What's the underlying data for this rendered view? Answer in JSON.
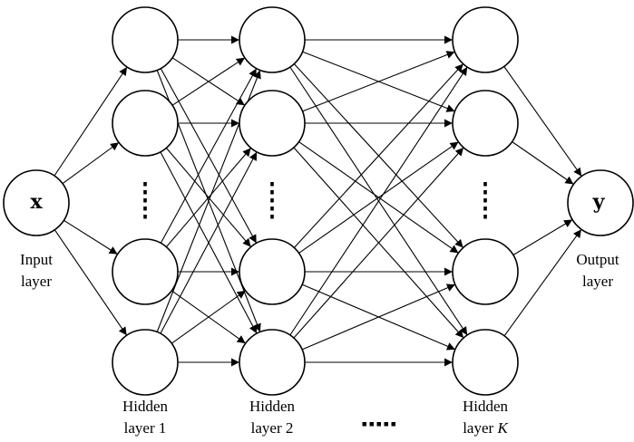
{
  "input_node": {
    "symbol": "x"
  },
  "output_node": {
    "symbol": "y"
  },
  "labels": {
    "input_line1": "Input",
    "input_line2": "layer",
    "output_line1": "Output",
    "output_line2": "layer",
    "hidden1_line1": "Hidden",
    "hidden1_line2": "layer 1",
    "hidden2_line1": "Hidden",
    "hidden2_line2": "layer 2",
    "hiddenK_line1": "Hidden",
    "hiddenK_line2_prefix": "layer ",
    "hiddenK_line2_var": "K"
  },
  "layers": [
    {
      "id": "input",
      "node_count": 1
    },
    {
      "id": "hidden-1",
      "node_count": 4,
      "vertical_ellipsis": true
    },
    {
      "id": "hidden-2",
      "node_count": 4,
      "vertical_ellipsis": true
    },
    {
      "id": "hidden-k",
      "node_count": 4,
      "vertical_ellipsis": true
    },
    {
      "id": "output",
      "node_count": 1
    }
  ],
  "connections": [
    {
      "from": "input",
      "to": "hidden-1",
      "type": "fan-out"
    },
    {
      "from": "hidden-1",
      "to": "hidden-2",
      "type": "fully-connected"
    },
    {
      "from": "hidden-2",
      "to": "hidden-k",
      "type": "fully-connected"
    },
    {
      "from": "hidden-k",
      "to": "output",
      "type": "fan-in"
    }
  ],
  "horizontal_ellipsis_between_layers": [
    "hidden-2",
    "hidden-k"
  ]
}
